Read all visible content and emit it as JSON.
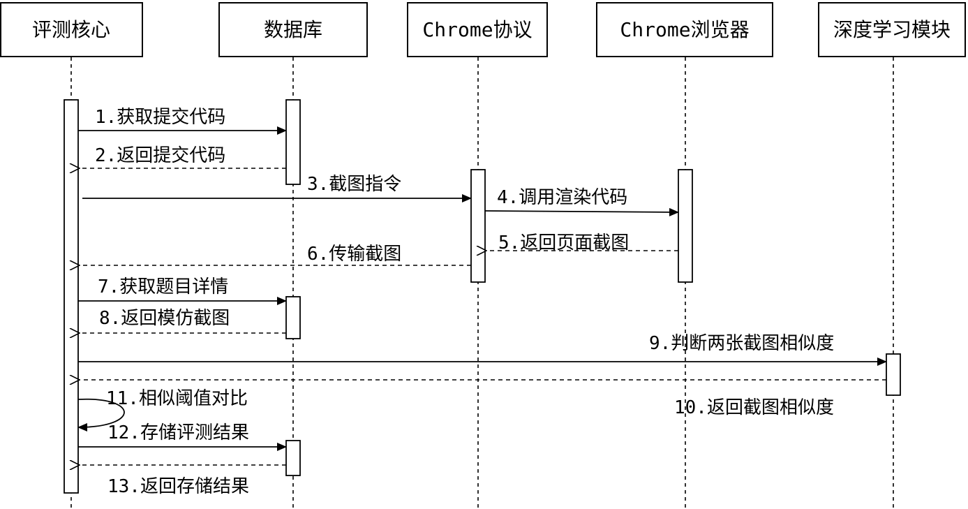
{
  "participants": [
    {
      "id": "core",
      "label": "评测核心"
    },
    {
      "id": "db",
      "label": "数据库"
    },
    {
      "id": "cdp",
      "label": "Chrome协议"
    },
    {
      "id": "browser",
      "label": "Chrome浏览器"
    },
    {
      "id": "dl",
      "label": "深度学习模块"
    }
  ],
  "messages": [
    {
      "id": "m1",
      "label": "1.获取提交代码",
      "from": "core",
      "to": "db",
      "style": "solid"
    },
    {
      "id": "m2",
      "label": "2.返回提交代码",
      "from": "db",
      "to": "core",
      "style": "dashed"
    },
    {
      "id": "m3",
      "label": "3.截图指令",
      "from": "core",
      "to": "cdp",
      "style": "solid"
    },
    {
      "id": "m4",
      "label": "4.调用渲染代码",
      "from": "cdp",
      "to": "browser",
      "style": "solid"
    },
    {
      "id": "m5",
      "label": "5.返回页面截图",
      "from": "browser",
      "to": "cdp",
      "style": "dashed"
    },
    {
      "id": "m6",
      "label": "6.传输截图",
      "from": "cdp",
      "to": "core",
      "style": "dashed"
    },
    {
      "id": "m7",
      "label": "7.获取题目详情",
      "from": "core",
      "to": "db",
      "style": "solid"
    },
    {
      "id": "m8",
      "label": "8.返回模仿截图",
      "from": "db",
      "to": "core",
      "style": "dashed"
    },
    {
      "id": "m9",
      "label": "9.判断两张截图相似度",
      "from": "core",
      "to": "dl",
      "style": "solid"
    },
    {
      "id": "m10",
      "label": "10.返回截图相似度",
      "from": "dl",
      "to": "core",
      "style": "dashed"
    },
    {
      "id": "m11",
      "label": "11.相似阈值对比",
      "from": "core",
      "to": "core",
      "style": "solid"
    },
    {
      "id": "m12",
      "label": "12.存储评测结果",
      "from": "core",
      "to": "db",
      "style": "solid"
    },
    {
      "id": "m13",
      "label": "13.返回存储结果",
      "from": "db",
      "to": "core",
      "style": "dashed"
    }
  ]
}
